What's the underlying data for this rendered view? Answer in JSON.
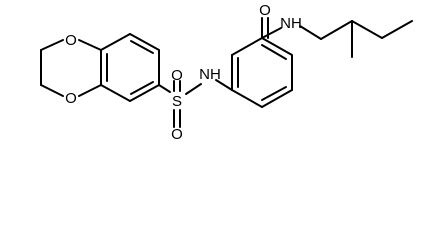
{
  "molecule": {
    "atom_labels": {
      "o_dioxane_top": "O",
      "o_dioxane_bottom": "O",
      "sulfur": "S",
      "o_sulfonyl_top": "O",
      "o_sulfonyl_bottom": "O",
      "nh_sulfonamide": "NH",
      "o_carbonyl": "O",
      "nh_amide": "NH"
    }
  },
  "colors": {
    "bond": "#000000",
    "label": "#000000",
    "background": "#ffffff"
  }
}
